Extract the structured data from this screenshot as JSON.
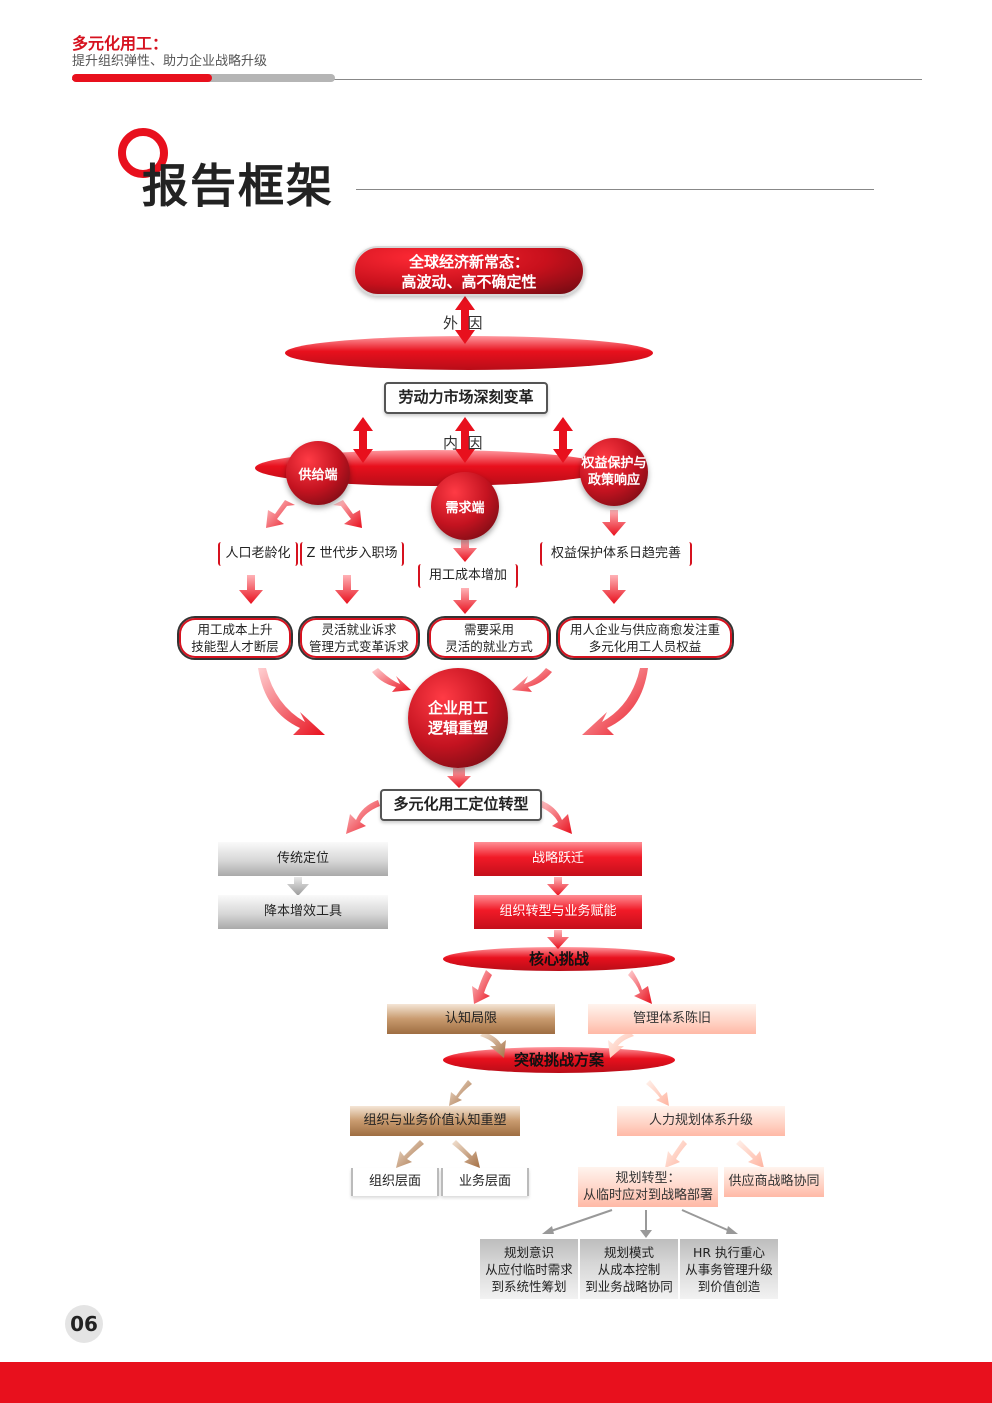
{
  "header": {
    "title": "多元化用工：",
    "subtitle": "提升组织弹性、助力企业战略升级"
  },
  "section": {
    "title": "报告框架"
  },
  "colors": {
    "accent": "#e8101d",
    "dark_red": "#6b0b12",
    "brown": "#9e6d42",
    "gray": "#a9a9a9"
  },
  "icons": [
    "ring-icon",
    "double-arrow-icon",
    "down-arrow-icon",
    "curved-arrow-icon"
  ],
  "flow": {
    "top_pill": {
      "line1": "全球经济新常态：",
      "line2": "高波动、高不确定性"
    },
    "external": "外  因",
    "internal": "内  因",
    "labor_market": "劳动力市场深刻变革",
    "supply": "供给端",
    "demand": "需求端",
    "rights": {
      "line1": "权益保护与",
      "line2": "政策响应"
    },
    "tags": {
      "aging": "人口老龄化",
      "genz": "Z 世代步入职场",
      "cost_up": "用工成本增加",
      "rights_system": "权益保护体系日趋完善"
    },
    "ovals": {
      "cost_rise": {
        "line1": "用工成本上升",
        "line2": "技能型人才断层"
      },
      "flexible": {
        "line1": "灵活就业诉求",
        "line2": "管理方式变革诉求"
      },
      "adopt": {
        "line1": "需要采用",
        "line2": "灵活的就业方式"
      },
      "rights_focus": {
        "line1": "用人企业与供应商愈发注重",
        "line2": "多元化用工人员权益"
      }
    },
    "reshape": {
      "line1": "企业用工",
      "line2": "逻辑重塑"
    },
    "positioning": "多元化用工定位转型",
    "traditional": "传统定位",
    "cost_tool": "降本增效工具",
    "strategic_leap": "战略跃迁",
    "org_transform": "组织转型与业务赋能",
    "core_challenge": "核心挑战",
    "cognitive_limit": "认知局限",
    "outdated_system": "管理体系陈旧",
    "solution": "突破挑战方案",
    "value_reshape": "组织与业务价值认知重塑",
    "hr_upgrade": "人力规划体系升级",
    "org_level": "组织层面",
    "biz_level": "业务层面",
    "plan_transform": {
      "line1": "规划转型：",
      "line2": "从临时应对到战略部署"
    },
    "supplier_sync": "供应商战略协同",
    "bottom": [
      {
        "line1": "规划意识",
        "line2": "从应付临时需求",
        "line3": "到系统性筹划"
      },
      {
        "line1": "规划模式",
        "line2": "从成本控制",
        "line3": "到业务战略协同"
      },
      {
        "line1": "HR 执行重心",
        "line2": "从事务管理升级",
        "line3": "到价值创造"
      }
    ]
  },
  "page_number": "06"
}
